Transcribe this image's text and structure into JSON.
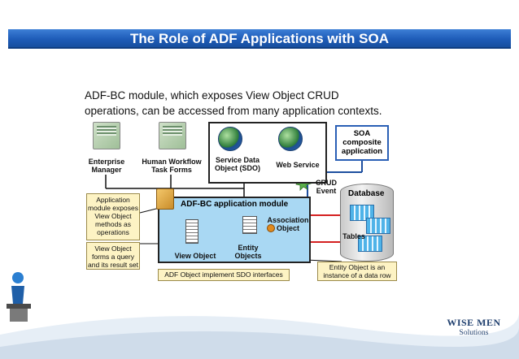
{
  "slide": {
    "title": "The Role of ADF Applications with SOA",
    "intro_line1": "ADF-BC module, which exposes View Object CRUD",
    "intro_line2": "operations, can be accessed from many application contexts."
  },
  "diagram": {
    "clients": {
      "enterprise_manager_line1": "Enterprise",
      "enterprise_manager_line2": "Manager",
      "workflow_line1": "Human Workflow",
      "workflow_line2": "Task Forms",
      "sdo_line1": "Service Data",
      "sdo_line2": "Object (SDO)",
      "web_service": "Web Service"
    },
    "soa_line1": "SOA",
    "soa_line2": "composite",
    "soa_line3": "application",
    "crud_line1": "CRUD",
    "crud_line2": "Event",
    "database_label": "Database",
    "tables_label": "Tables",
    "module_title": "ADF-BC application module",
    "association_line1": "Association",
    "association_line2": "Object",
    "entity_line1": "Entity",
    "entity_line2": "Objects",
    "view_object": "View Object",
    "callouts": {
      "am_line1": "Application",
      "am_line2": "module exposes",
      "am_line3": "View Object",
      "am_line4": "methods as",
      "am_line5": "operations",
      "vo_line1": "View Object",
      "vo_line2": "forms a query",
      "vo_line3": "and its result set",
      "sdo_interfaces": "ADF Object implement SDO interfaces",
      "eo_line1": "Entity Object is an",
      "eo_line2": "instance of a data row"
    }
  },
  "logo": {
    "name": "WISE MEN",
    "sub": "Solutions"
  },
  "colors": {
    "title_bar": "#1e5cb8",
    "module_fill": "#a9d8f3",
    "callout_fill": "#fdf3c4",
    "flow_line": "#d42020"
  }
}
